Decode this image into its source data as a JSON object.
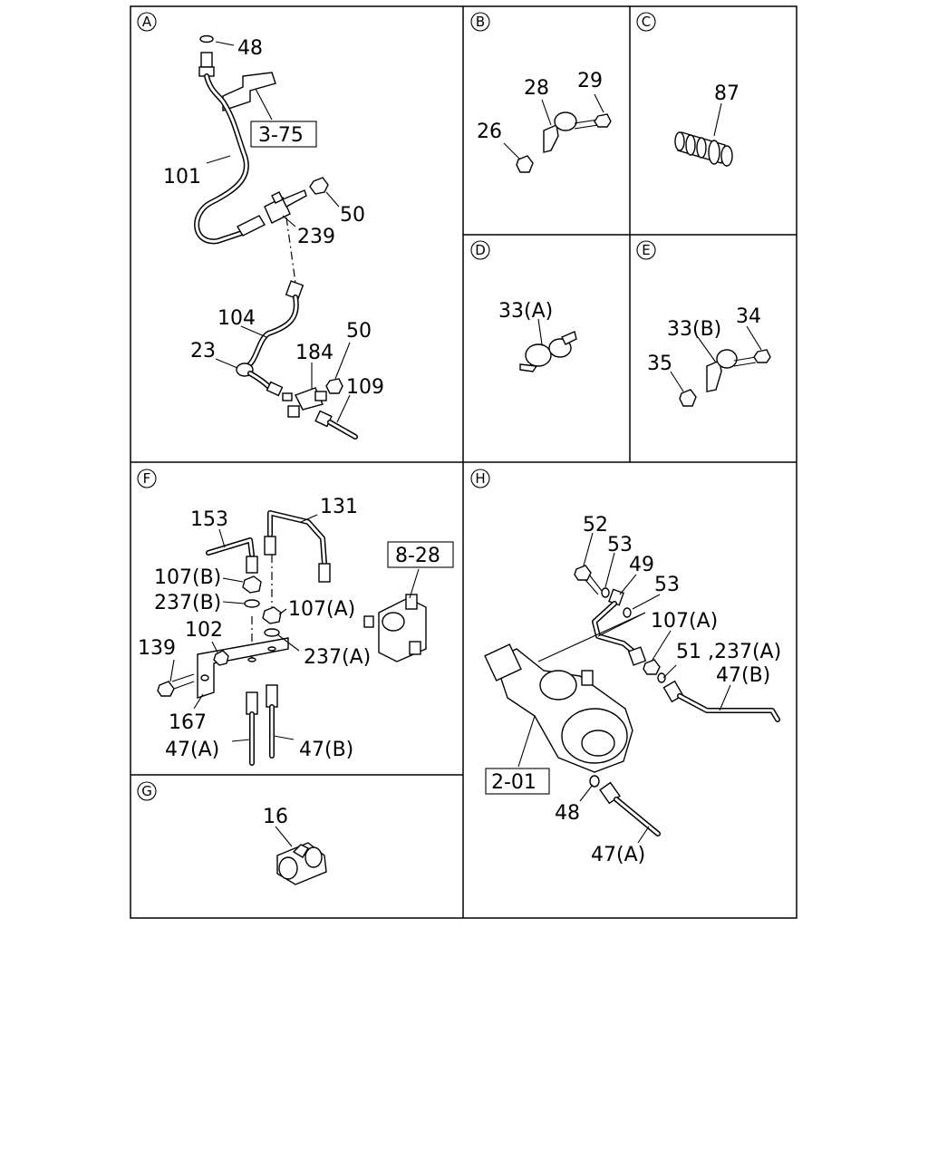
{
  "sections": {
    "A": {
      "letter": "A",
      "labels": [
        "48",
        "3-75",
        "101",
        "50",
        "239",
        "104",
        "23",
        "184",
        "50",
        "109"
      ]
    },
    "B": {
      "letter": "B",
      "labels": [
        "28",
        "29",
        "26"
      ]
    },
    "C": {
      "letter": "C",
      "labels": [
        "87"
      ]
    },
    "D": {
      "letter": "D",
      "labels": [
        "33(A)"
      ]
    },
    "E": {
      "letter": "E",
      "labels": [
        "33(B)",
        "34",
        "35"
      ]
    },
    "F": {
      "letter": "F",
      "labels": [
        "153",
        "131",
        "8-28",
        "107(B)",
        "237(B)",
        "107(A)",
        "102",
        "139",
        "237(A)",
        "167",
        "47(A)",
        "47(B)"
      ]
    },
    "G": {
      "letter": "G",
      "labels": [
        "16"
      ]
    },
    "H": {
      "letter": "H",
      "labels": [
        "52",
        "53",
        "49",
        "53",
        "107(A)",
        "51 ,237(A)",
        "47(B)",
        "2-01",
        "48",
        "47(A)"
      ]
    }
  }
}
